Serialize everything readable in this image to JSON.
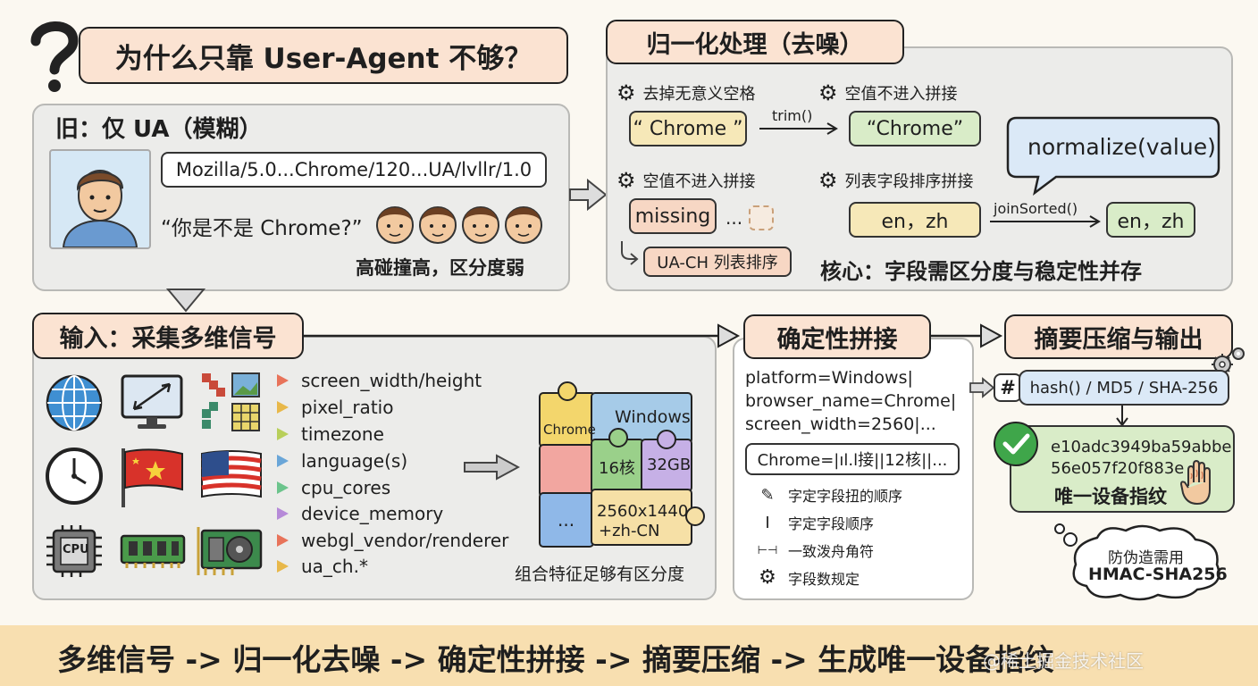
{
  "title": "为什么只靠 User-Agent 不够？",
  "old": {
    "heading": "旧：仅 UA（模糊）",
    "ua_string": "Mozilla/5.0...Chrome/120...UA/lvllr/1.0",
    "question": "“你是不是 Chrome?”",
    "note": "高碰撞高，区分度弱"
  },
  "normalize": {
    "heading": "归一化处理（去噪）",
    "rule1": "去掉无意义空格",
    "before1": "“ Chrome ”",
    "op1": "trim()",
    "rule2": "空值不进入拼接",
    "after1": "“Chrome”",
    "bubble": "normalize(value)",
    "rule3": "空值不进入拼接",
    "missing": "missing",
    "dots": "...",
    "rule4": "列表字段排序拼接",
    "list_before": "en，zh",
    "op2": "joinSorted()",
    "list_after": "en，zh",
    "uach": "UA-CH 列表排序",
    "core": "核心：字段需区分度与稳定性并存"
  },
  "input": {
    "heading": "输入：采集多维信号",
    "signals": [
      "screen_width/height",
      "pixel_ratio",
      "timezone",
      "language(s)",
      "cpu_cores",
      "device_memory",
      "webgl_vendor/renderer",
      "ua_ch.*"
    ],
    "signal_colors": [
      "#e8735a",
      "#e8b84a",
      "#b8cf5a",
      "#6aa6d8",
      "#6cc48c",
      "#b68ad8",
      "#e8735a",
      "#e8b84a"
    ],
    "cpu_label": "CPU",
    "puzzle": {
      "chrome": "Chrome",
      "windows": "Windows",
      "cores": "16核",
      "mem": "32GB",
      "dots": "...",
      "res": "2560x1440",
      "lang": "+zh-CN"
    },
    "caption": "组合特征足够有区分度"
  },
  "concat": {
    "heading": "确定性拼接",
    "line1": "platform=Windows|",
    "line2": "browser_name=Chrome|",
    "line3": "screen_width=2560|...",
    "joined": "Chrome=|ıl.l接||12核||...",
    "rules": [
      {
        "icon": "edit-icon",
        "glyph": "✎",
        "text": "字定字段扭的顺序"
      },
      {
        "icon": "cursor-icon",
        "glyph": "I",
        "text": "字定字段顺序"
      },
      {
        "icon": "separator-icon",
        "glyph": "⊢⊣",
        "text": "一致泼舟角符"
      },
      {
        "icon": "gear-icon",
        "glyph": "⚙",
        "text": "字段数规定"
      }
    ]
  },
  "digest": {
    "heading": "摘要压缩与输出",
    "hash_label": "hash() / MD5 / SHA-256",
    "hash_symbol": "#",
    "value1": "e10adc3949ba59abbe",
    "value2": "56e057f20f883e",
    "device_id": "唯一设备指纹",
    "cloud1": "防伪造需用",
    "cloud2": "HMAC-SHA256"
  },
  "footer": "多维信号 -> 归一化去噪 -> 确定性拼接 -> 摘要压缩 -> 生成唯一设备指纹",
  "watermark": "@稀土掘金技术社区"
}
